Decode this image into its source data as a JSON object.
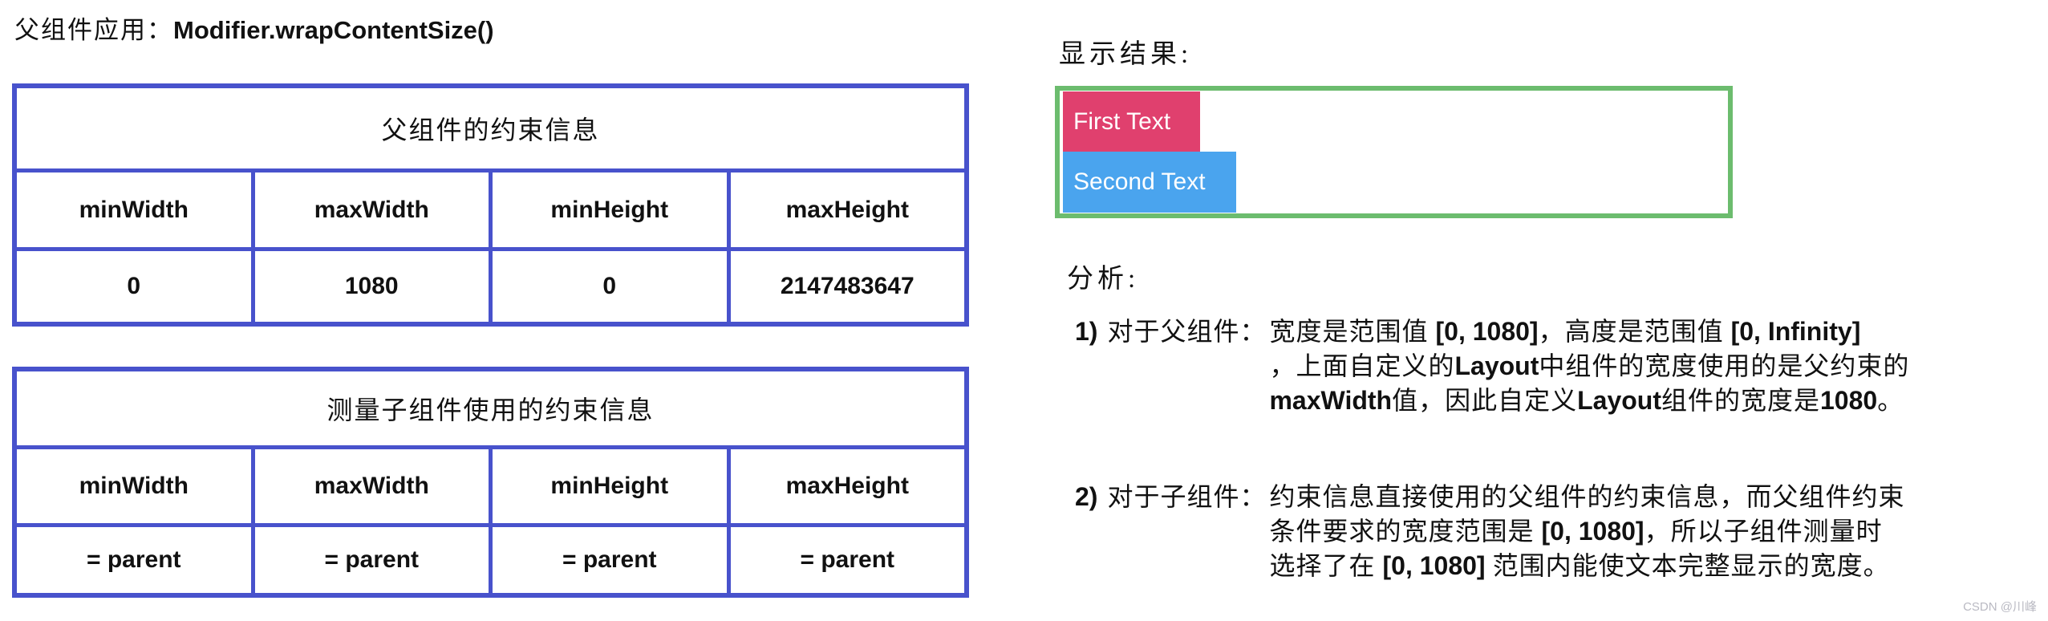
{
  "title": {
    "prefix": "父组件应用：",
    "code": "Modifier.wrapContentSize()"
  },
  "colors": {
    "table_border": "#4852CC",
    "result_border": "#6CBC6E",
    "first_chip_bg": "#E0406E",
    "second_chip_bg": "#4AA4EE",
    "chip_text": "#ffffff",
    "watermark_text": "#B9B9C2"
  },
  "tables": {
    "parent": {
      "caption": "父组件的约束信息",
      "headers": [
        "minWidth",
        "maxWidth",
        "minHeight",
        "maxHeight"
      ],
      "values": [
        "0",
        "1080",
        "0",
        "2147483647"
      ]
    },
    "child": {
      "caption": "测量子组件使用的约束信息",
      "headers": [
        "minWidth",
        "maxWidth",
        "minHeight",
        "maxHeight"
      ],
      "values": [
        "= parent",
        "= parent",
        "= parent",
        "= parent"
      ]
    }
  },
  "result": {
    "label": "显示结果:",
    "chips": [
      {
        "label": "First Text",
        "color": "#E0406E"
      },
      {
        "label": "Second Text",
        "color": "#4AA4EE"
      }
    ]
  },
  "analysis": {
    "label": "分析:",
    "items": [
      {
        "number": "1)",
        "topic": "对于父组件：",
        "lines": [
          [
            {
              "t": "宽度是范围值 "
            },
            {
              "t": "[0, 1080]",
              "b": true
            },
            {
              "t": "，高度是范围值 "
            },
            {
              "t": "[0, Infinity]",
              "b": true
            }
          ],
          [
            {
              "t": "，上面自定义的"
            },
            {
              "t": "Layout",
              "b": true
            },
            {
              "t": "中组件的宽度使用的是父约束的"
            }
          ],
          [
            {
              "t": "maxWidth",
              "b": true
            },
            {
              "t": "值，因此自定义"
            },
            {
              "t": "Layout",
              "b": true
            },
            {
              "t": "组件的宽度是"
            },
            {
              "t": "1080",
              "b": true
            },
            {
              "t": "。"
            }
          ]
        ]
      },
      {
        "number": "2)",
        "topic": "对于子组件：",
        "lines": [
          [
            {
              "t": "约束信息直接使用的父组件的约束信息，而父组件约束"
            }
          ],
          [
            {
              "t": "条件要求的宽度范围是 "
            },
            {
              "t": "[0, 1080]",
              "b": true
            },
            {
              "t": "，所以子组件测量时"
            }
          ],
          [
            {
              "t": "选择了在 "
            },
            {
              "t": "[0, 1080]",
              "b": true
            },
            {
              "t": " 范围内能使文本完整显示的宽度。"
            }
          ]
        ]
      }
    ]
  },
  "watermark": "CSDN @川峰"
}
